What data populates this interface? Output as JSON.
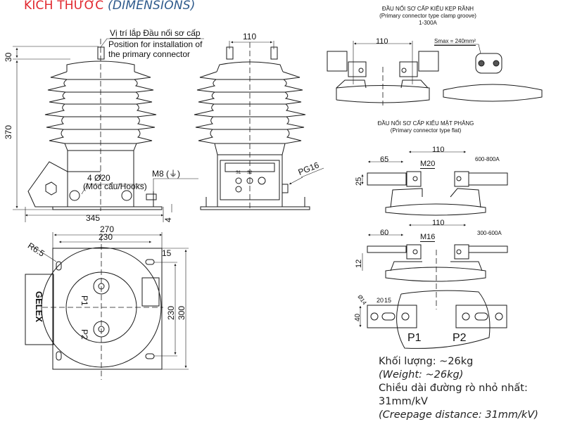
{
  "title": {
    "vietnamese": "KÍCH THƯỚC",
    "english": "(DIMENSIONS)"
  },
  "colors": {
    "title_red": "#e1262d",
    "title_blue": "#2e5a8c",
    "line": "#1a1a1a",
    "fill": "#ffffff"
  },
  "front_view": {
    "note_vn": "Vị trí lắp Đầu nối sơ cấp",
    "note_en_1": "Position for installation of",
    "note_en_2": "the primary connector",
    "dim_top": "30",
    "dim_height": "370",
    "dim_base": "4",
    "dim_width": "345",
    "hooks_1": "4 Ø20",
    "hooks_2": "(Móc cẩu/Hooks)",
    "ground": "M8 (⏚)"
  },
  "side_view": {
    "dim_terminal_spacing": "110",
    "gland": "PG16",
    "terminal_s1": "S1",
    "terminal_s2": "S2"
  },
  "top_view": {
    "dim_outer": "270",
    "dim_inner": "230",
    "dim_radius": "R6.5",
    "dim_slot": "15",
    "dim_v_inner": "230",
    "dim_v_outer": "300",
    "brand": "GELEX",
    "p1": "P1",
    "p2": "P2"
  },
  "clamp_groove": {
    "title_vn": "ĐẦU NỐI SƠ CẤP KIỂU KẸP RÃNH",
    "title_en": "(Primary connector type clamp groove)",
    "rating": "1-300A",
    "dim_spacing": "110",
    "smax": "Smax = 240mm²"
  },
  "flat": {
    "title_vn": "ĐẦU NỐI SƠ CẤP KIỂU MẶT PHẲNG",
    "title_en": "(Primary connector type flat)",
    "variant_a": {
      "rating": "600-800A",
      "dim_spacing": "110",
      "dim_length": "65",
      "bolt": "M20",
      "dim_thickness": "25"
    },
    "variant_b": {
      "rating": "300-600A",
      "dim_spacing": "110",
      "dim_length": "60",
      "bolt": "M16",
      "dim_thickness": "12"
    },
    "plan": {
      "dim_hole": "Ø14",
      "dim_a": "20",
      "dim_b": "15",
      "dim_width": "40",
      "p1": "P1",
      "p2": "P2"
    }
  },
  "specs": {
    "weight_vn": "Khối lượng: ~26kg",
    "weight_en": "(Weight: ~26kg)",
    "creepage_vn": "Chiều dài đường rò nhỏ nhất: 31mm/kV",
    "creepage_en": "(Creepage distance: 31mm/kV)"
  }
}
